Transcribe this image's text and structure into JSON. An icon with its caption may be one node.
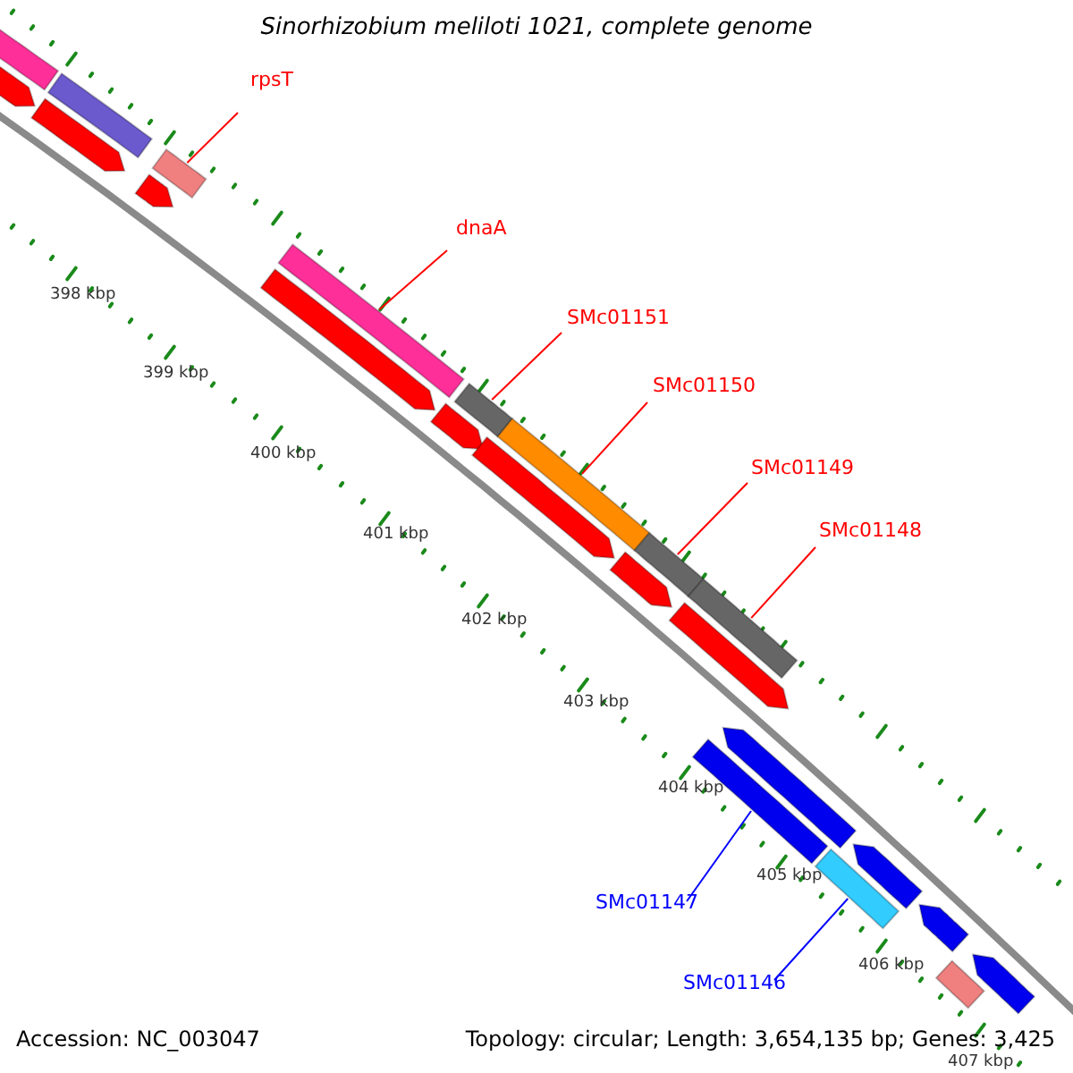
{
  "diagram": {
    "title": "Sinorhizobium meliloti 1021, complete genome",
    "nodes": [
      {
        "text": [
          "rpsT"
        ]
      },
      {
        "text": [
          "dnaA"
        ]
      },
      {
        "text": [
          "SMc01151"
        ]
      },
      {
        "text": [
          "SMc01150"
        ]
      },
      {
        "text": [
          "SMc01149"
        ]
      },
      {
        "text": [
          "SMc01148"
        ]
      },
      {
        "text": [
          "SMc01147"
        ]
      },
      {
        "text": [
          "SMc01146"
        ]
      },
      {
        "text": [],
        "shape": "bar"
      },
      {
        "text": [],
        "shape": "bar"
      },
      {
        "text": [],
        "shape": "bar"
      },
      {
        "text": [],
        "shape": "bar"
      },
      {
        "text": [],
        "shape": "bar"
      },
      {
        "text": [],
        "shape": "bar"
      },
      {
        "text": [],
        "shape": "bar"
      },
      {
        "text": [],
        "shape": "bar"
      },
      {
        "text": [],
        "shape": "arrow"
      },
      {
        "text": [],
        "shape": "arrow"
      },
      {
        "text": [],
        "shape": "arrow"
      },
      {
        "text": [],
        "shape": "arrow"
      },
      {
        "text": [],
        "shape": "arrow"
      },
      {
        "text": [],
        "shape": "arrow"
      },
      {
        "text": [],
        "shape": "arrow"
      },
      {
        "text": [],
        "shape": "arrow"
      },
      {
        "text": [],
        "shape": "arrow"
      },
      {
        "text": [],
        "shape": "arrow"
      },
      {
        "text": [],
        "shape": "arrow"
      },
      {
        "text": [],
        "shape": "arrow"
      },
      {
        "text": [],
        "shape": "bar"
      },
      {
        "text": [],
        "shape": "bar"
      },
      {
        "text": [],
        "shape": "bar"
      }
    ],
    "edges": [
      {
        "from": 0,
        "to": 10,
        "arrow": "none"
      },
      {
        "from": 1,
        "to": 11,
        "arrow": "none"
      },
      {
        "from": 2,
        "to": 12,
        "arrow": "none"
      },
      {
        "from": 3,
        "to": 13,
        "arrow": "none"
      },
      {
        "from": 4,
        "to": 14,
        "arrow": "none"
      },
      {
        "from": 5,
        "to": 15,
        "arrow": "none"
      },
      {
        "from": 6,
        "to": 28,
        "arrow": "none",
        "color": "#0000ff"
      },
      {
        "from": 7,
        "to": 29,
        "arrow": "none",
        "color": "#0000ff"
      }
    ],
    "labels": [
      "398 kbp",
      "399 kbp",
      "400 kbp",
      "401 kbp",
      "402 kbp",
      "403 kbp",
      "404 kbp",
      "405 kbp",
      "406 kbp",
      "407 kbp",
      "Accession: NC_003047",
      "Topology: circular; Length: 3,654,135 bp; Genes: 3,425"
    ]
  }
}
